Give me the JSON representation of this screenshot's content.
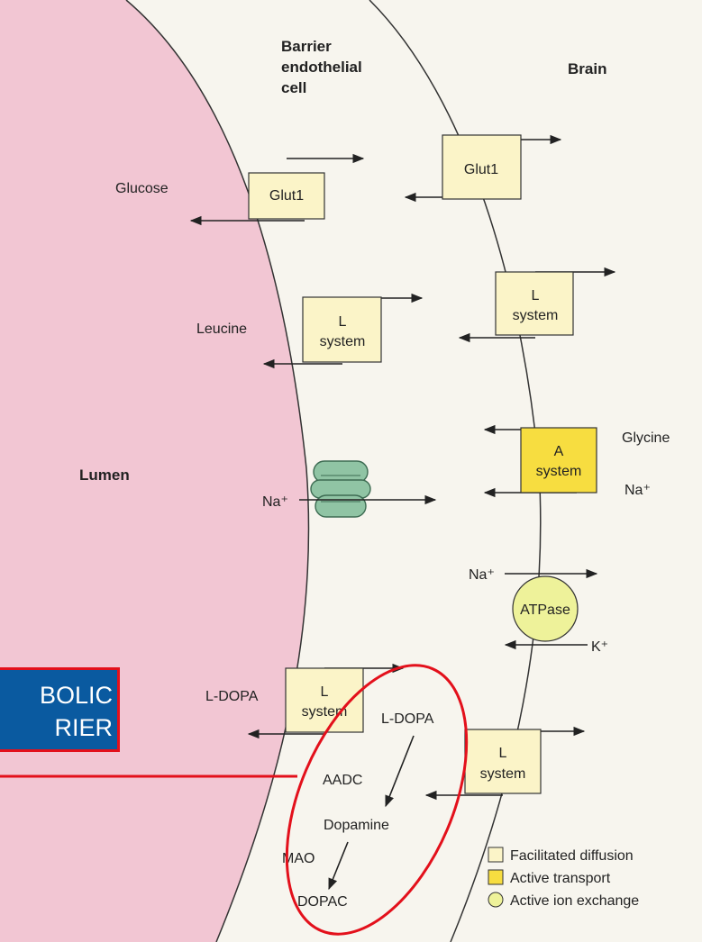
{
  "regions": {
    "endothelial": "Barrier endothelial cell",
    "brain": "Brain",
    "lumen": "Lumen"
  },
  "transporters": {
    "glut1": "Glut1",
    "l_system": [
      "L",
      "system"
    ],
    "a_system": [
      "A",
      "system"
    ],
    "atpase": "ATPase"
  },
  "substrates": {
    "glucose": "Glucose",
    "leucine": "Leucine",
    "glycine": "Glycine",
    "na": "Na⁺",
    "k": "K⁺",
    "l_dopa": "L-DOPA"
  },
  "pathway": {
    "l_dopa": "L-DOPA",
    "aadc": "AADC",
    "dopamine": "Dopamine",
    "mao": "MAO",
    "dopac": "DOPAC"
  },
  "legend": [
    {
      "label": "Facilitated diffusion",
      "color": "#fbf4c8"
    },
    {
      "label": "Active transport",
      "color": "#f7dd40"
    },
    {
      "label": "Active ion exchange",
      "color": "#eef29a"
    }
  ],
  "callout": [
    "BOLIC",
    "RIER"
  ],
  "colors": {
    "lumen": "#f2c6d3",
    "channel": "#90c4a4",
    "highlight": "#e3101b",
    "callout_bg": "#0a5aa0"
  }
}
